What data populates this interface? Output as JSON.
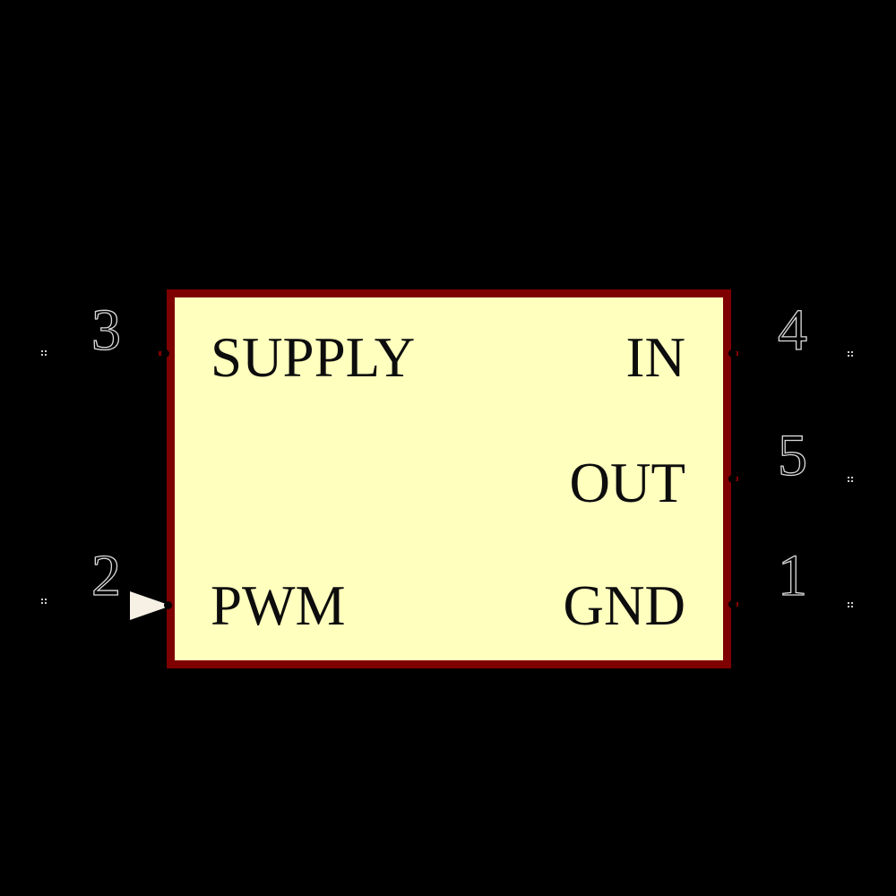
{
  "canvas": {
    "background_color": "#000000"
  },
  "symbol": {
    "body_fill": "#FFFFBE",
    "border_color": "#7E0000",
    "label_color": "#0D0D0D",
    "pin_number_outline_color": "#D9D9D9",
    "input_arrow_color": "#F6F0E5",
    "connection_mark_color": "#CFCFCF",
    "pins": [
      {
        "number": "3",
        "label": "SUPPLY",
        "side": "left",
        "row": "top",
        "decoration": "line"
      },
      {
        "number": "2",
        "label": "PWM",
        "side": "left",
        "row": "bottom",
        "decoration": "input-arrow"
      },
      {
        "number": "4",
        "label": "IN",
        "side": "right",
        "row": "top",
        "decoration": "line"
      },
      {
        "number": "5",
        "label": "OUT",
        "side": "right",
        "row": "middle",
        "decoration": "line"
      },
      {
        "number": "1",
        "label": "GND",
        "side": "right",
        "row": "bottom",
        "decoration": "line"
      }
    ]
  }
}
